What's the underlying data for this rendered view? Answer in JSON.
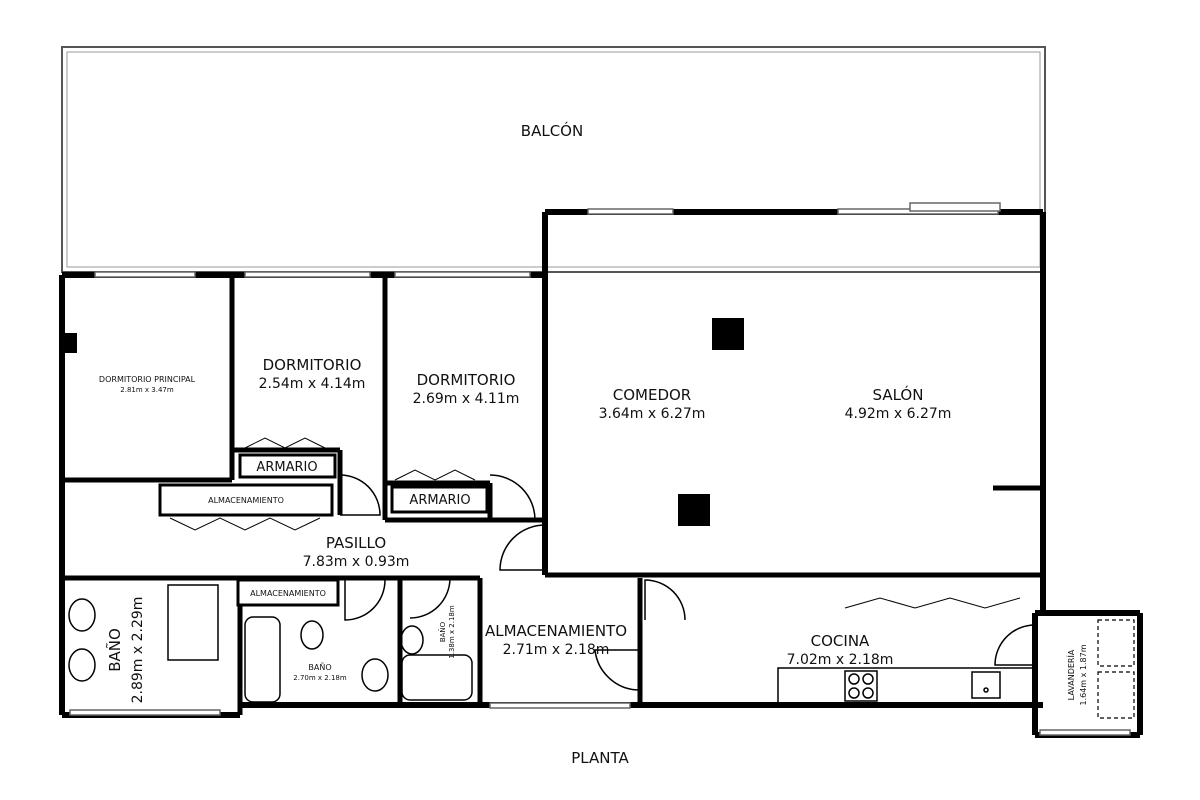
{
  "plan": {
    "title": "PLANTA",
    "balcony": "BALCÓN"
  },
  "rooms": {
    "dormitorio_principal": {
      "name": "DORMITORIO PRINCIPAL",
      "dims": "2.81m x 3.47m"
    },
    "dormitorio_1": {
      "name": "DORMITORIO",
      "dims": "2.54m x 4.14m"
    },
    "dormitorio_2": {
      "name": "DORMITORIO",
      "dims": "2.69m x 4.11m"
    },
    "comedor": {
      "name": "COMEDOR",
      "dims": "3.64m x 6.27m"
    },
    "salon": {
      "name": "SALÓN",
      "dims": "4.92m x 6.27m"
    },
    "pasillo": {
      "name": "PASILLO",
      "dims": "7.83m x 0.93m"
    },
    "bano_1": {
      "name": "BAÑO",
      "dims": "2.89m x 2.29m"
    },
    "bano_2": {
      "name": "BAÑO",
      "dims": "2.70m x 2.18m"
    },
    "bano_3": {
      "name": "BAÑO",
      "dims": "1.38m x 2.18m"
    },
    "almacenamiento_room": {
      "name": "ALMACENAMIENTO",
      "dims": "2.71m x 2.18m"
    },
    "cocina": {
      "name": "COCINA",
      "dims": "7.02m x 2.18m"
    },
    "lavanderia": {
      "name": "LAVANDERÍA",
      "dims": "1.64m x 1.87m"
    }
  },
  "storage": {
    "armario_1": "ARMARIO",
    "armario_2": "ARMARIO",
    "almacenamiento_1": "ALMACENAMIENTO",
    "almacenamiento_2": "ALMACENAMIENTO"
  }
}
